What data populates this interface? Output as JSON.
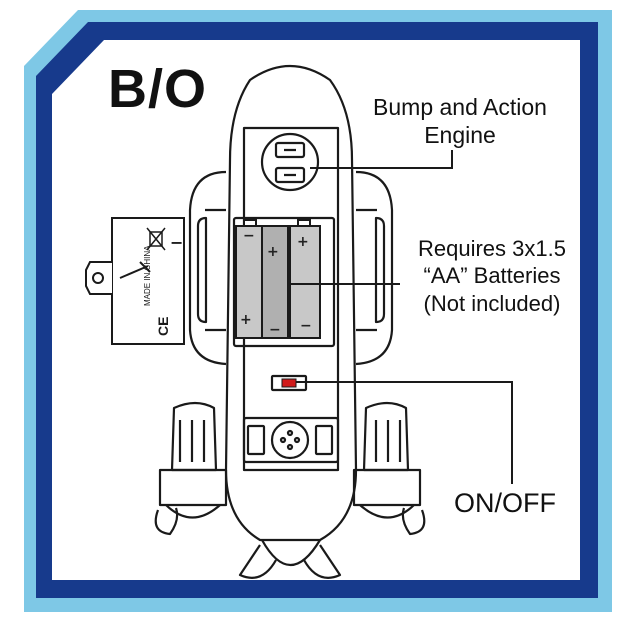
{
  "title": "B/O",
  "callouts": {
    "engine": {
      "line1": "Bump and Action",
      "line2": "Engine"
    },
    "batteries": {
      "line1": "Requires 3x1.5",
      "line2": "“AA” Batteries",
      "line3": "(Not included)"
    },
    "switch": {
      "label": "ON/OFF"
    }
  },
  "plate": {
    "text": "MADE IN CHINA",
    "marks": [
      "CE",
      "−"
    ]
  },
  "battery_marks": {
    "plus": "+",
    "minus": "−"
  },
  "colors": {
    "frame_outer": "#7ec8e6",
    "frame_inner": "#173a8c",
    "panel": "#ffffff",
    "line": "#1a1a1a",
    "battery_fill": "#c8c8c8",
    "switch_accent": "#d11a1a"
  }
}
